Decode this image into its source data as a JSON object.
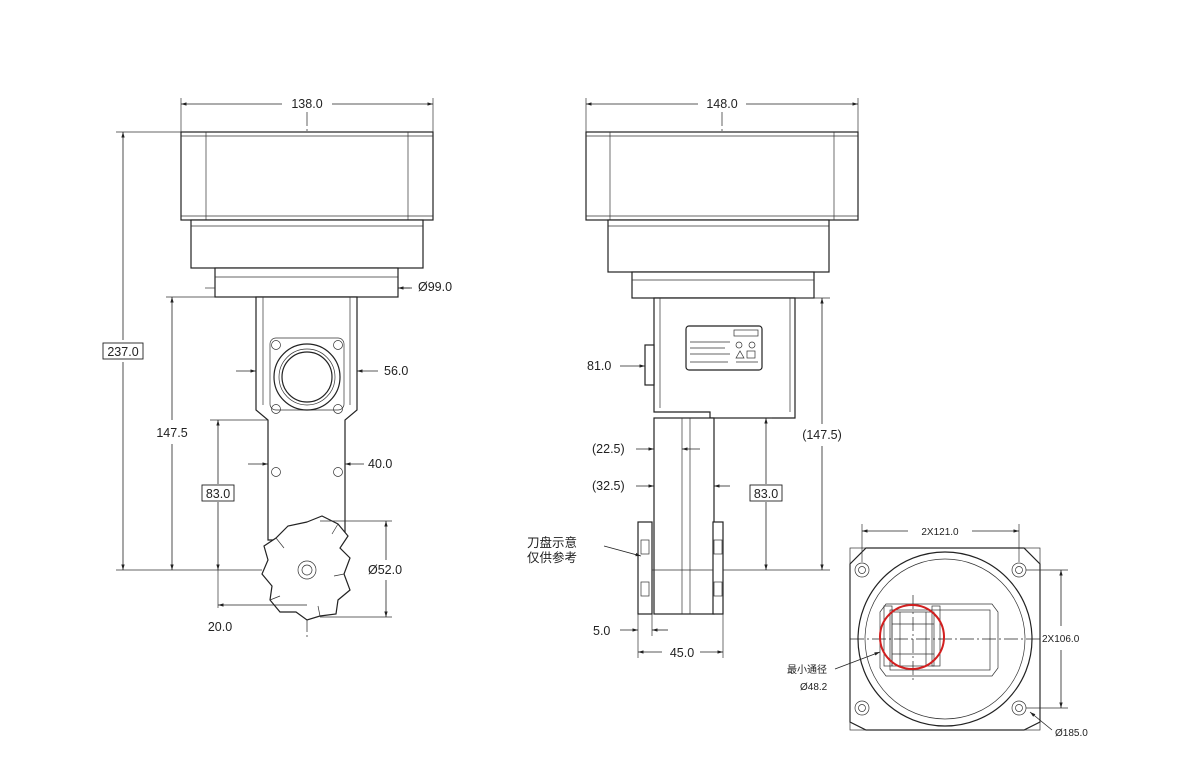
{
  "front_view": {
    "dims": {
      "width_top": "138.0",
      "height_total": "237.0",
      "dia_flange": "Ø99.0",
      "height_147": "147.5",
      "width_56": "56.0",
      "width_40": "40.0",
      "height_83": "83.0",
      "dia_52": "Ø52.0",
      "offset_20": "20.0"
    }
  },
  "side_view": {
    "dims": {
      "width_top": "148.0",
      "offset_81": "81.0",
      "ref_22_5": "(22.5)",
      "ref_32_5": "(32.5)",
      "ref_147_5": "(147.5)",
      "height_83": "83.0",
      "width_5": "5.0",
      "width_45": "45.0"
    },
    "note_line1": "刀盘示意",
    "note_line2": "仅供参考"
  },
  "bottom_view": {
    "dims": {
      "hole_pitch_x": "2X121.0",
      "hole_pitch_y": "2X106.0",
      "dia_185": "Ø185.0",
      "min_bore_label": "最小通径",
      "min_bore_value": "Ø48.2"
    },
    "highlight_color": "#d21f1f"
  }
}
